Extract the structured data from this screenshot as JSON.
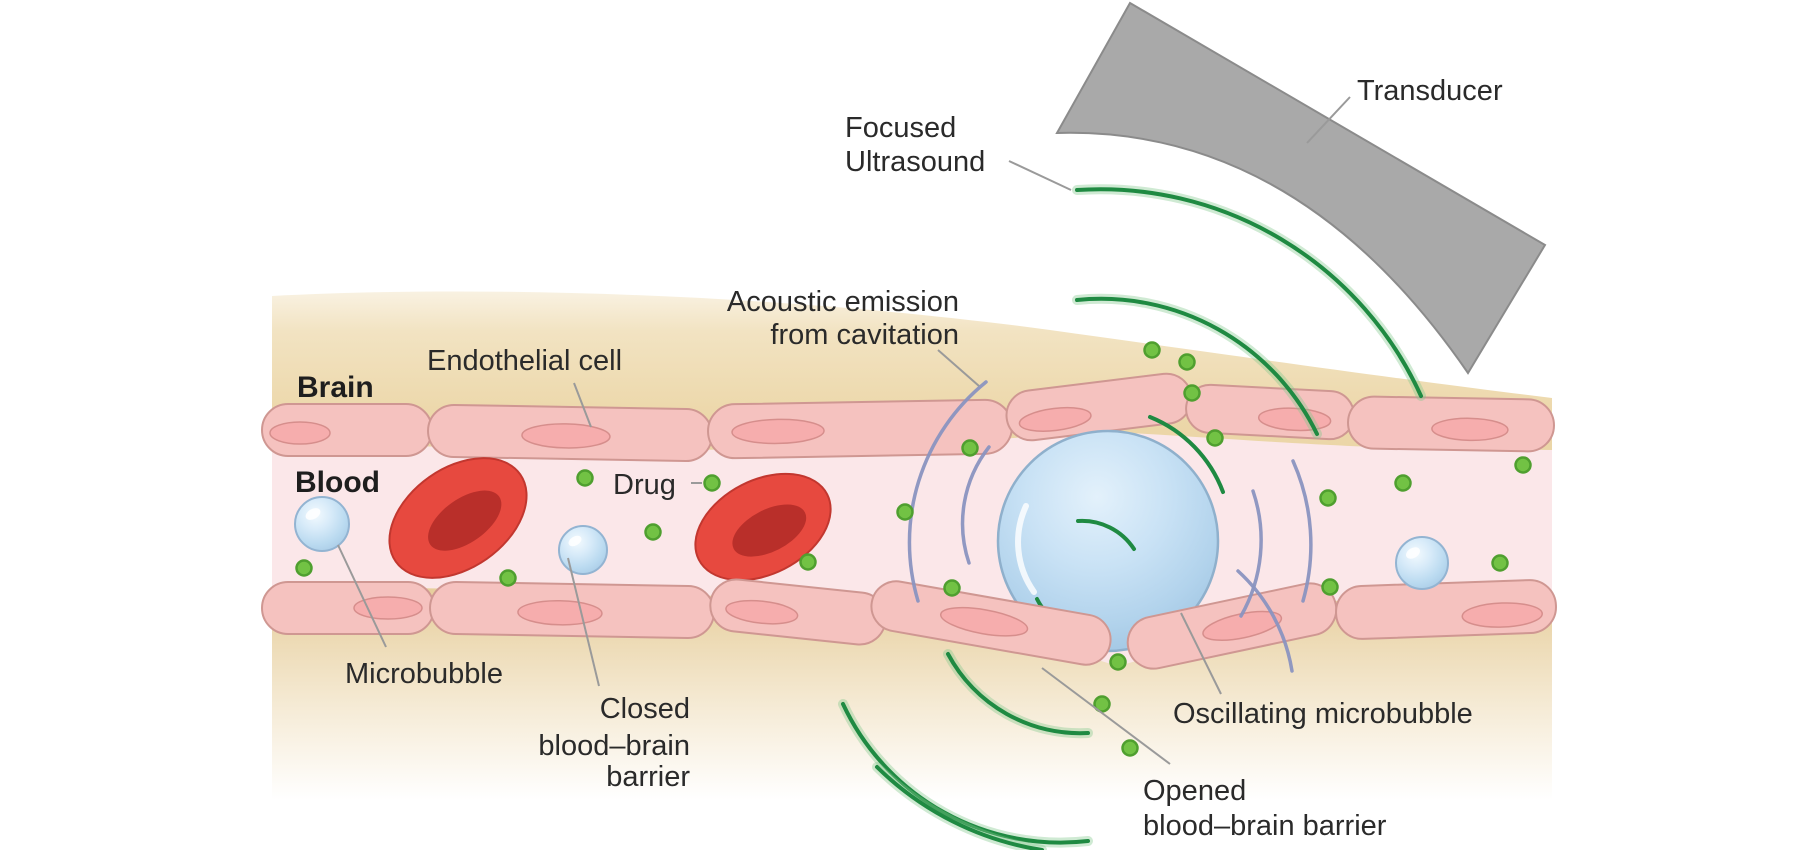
{
  "diagram": {
    "type": "biomedical-illustration",
    "subject": "Focused ultrasound with microbubbles opening the blood-brain barrier"
  },
  "labels": {
    "transducer": "Transducer",
    "focused_ultrasound_line1": "Focused",
    "focused_ultrasound_line2": "Ultrasound",
    "acoustic_line1": "Acoustic emission",
    "acoustic_line2": "from cavitation",
    "brain": "Brain",
    "endothelial_cell": "Endothelial cell",
    "blood": "Blood",
    "drug": "Drug",
    "microbubble": "Microbubble",
    "closed_bbb_line1": "Closed",
    "closed_bbb_line2": "blood–brain",
    "closed_bbb_line3": "barrier",
    "oscillating_microbubble": "Oscillating microbubble",
    "opened_bbb_line1": "Opened",
    "opened_bbb_line2": "blood–brain barrier"
  },
  "colors": {
    "background": "#ffffff",
    "brain_tissue_tan": "#ecd7a9",
    "vessel_lumen_pink": "#fbe7e9",
    "endothelial_cell_fill": "#f5c2bf",
    "endothelial_cell_outline": "#cf9792",
    "nucleus_fill": "#f6adad",
    "red_blood_cell": "#e7493f",
    "red_blood_cell_dark": "#b92f2a",
    "microbubble_blue": "#badaf0",
    "ultrasound_green": "#1f8a42",
    "drug_dot_green": "#72c244",
    "acoustic_emission_blue": "#8a93c0",
    "transducer_gray": "#a9a9a9",
    "label_text": "#2a2a2a",
    "leader_line": "#9a9a9a"
  }
}
